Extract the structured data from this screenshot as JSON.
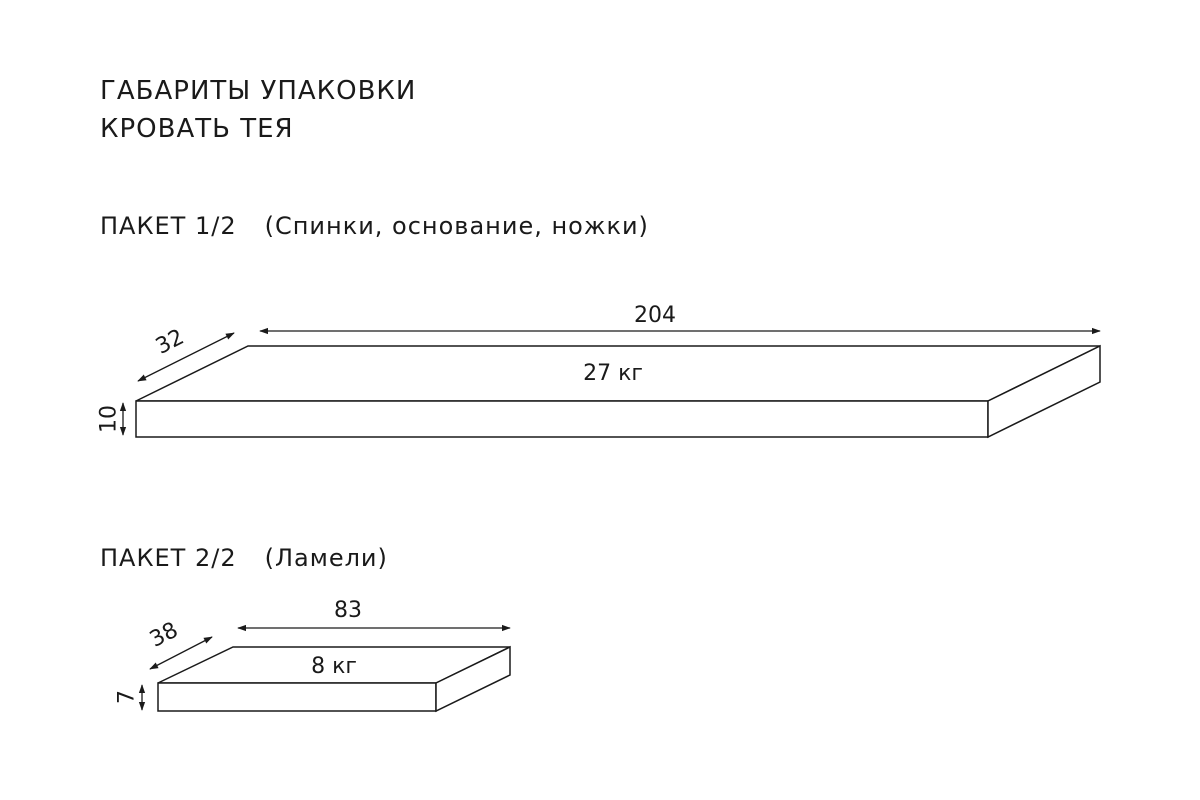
{
  "title": {
    "line1": "ГАБАРИТЫ УПАКОВКИ",
    "line2": "КРОВАТЬ ТЕЯ"
  },
  "packages": [
    {
      "label": "ПАКЕТ 1/2",
      "note": "(Спинки, основание, ножки)",
      "length": "204",
      "depth": "32",
      "height": "10",
      "weight": "27 кг"
    },
    {
      "label": "ПАКЕТ 2/2",
      "note": "(Ламели)",
      "length": "83",
      "depth": "38",
      "height": "7",
      "weight": "8 кг"
    }
  ]
}
